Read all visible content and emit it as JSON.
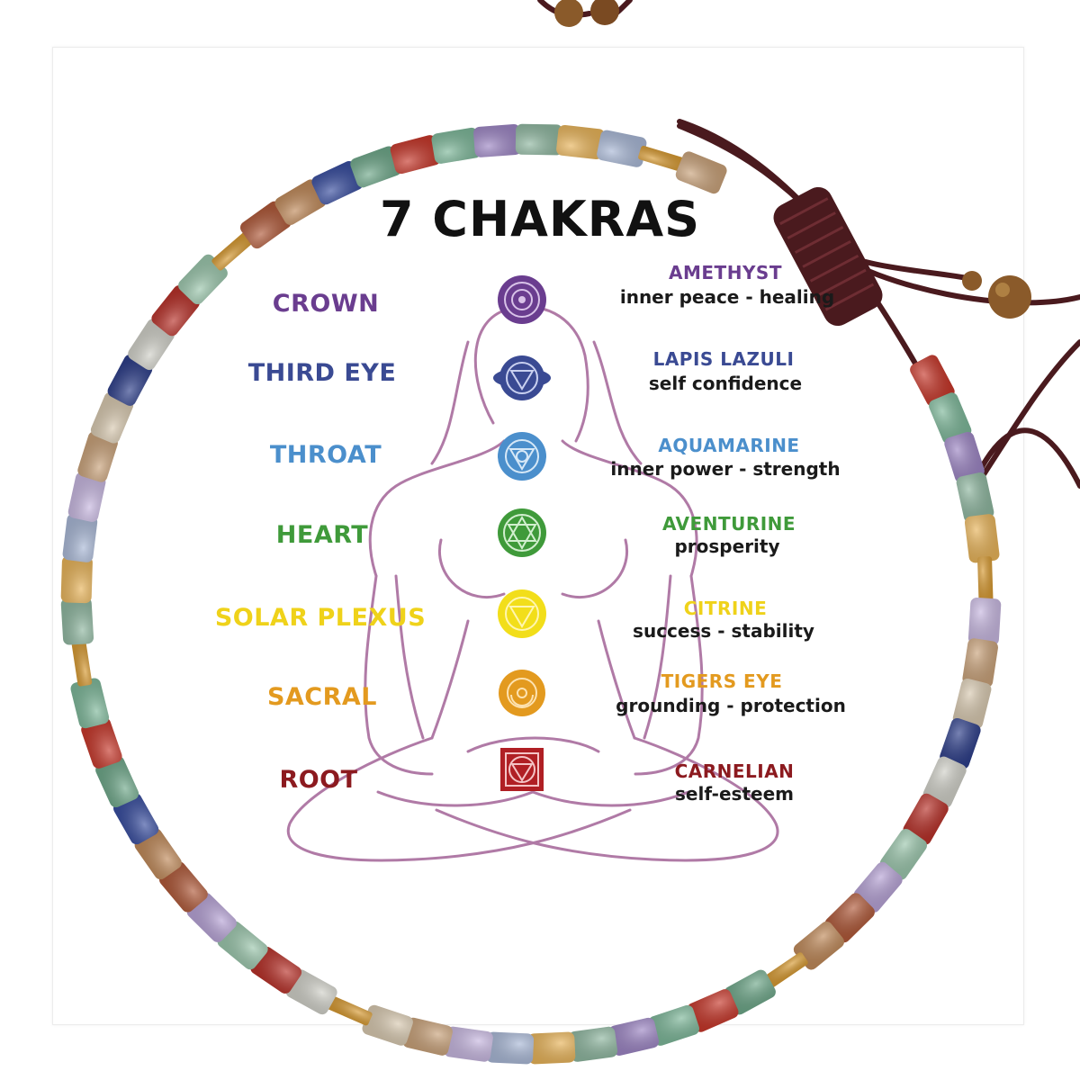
{
  "title": "7 CHAKRAS",
  "chakras": [
    {
      "name": "CROWN",
      "stone": "AMETHYST",
      "benefit": "inner peace - healing",
      "color": "#6a3d8f",
      "icon": "crown-chakra-icon"
    },
    {
      "name": "THIRD EYE",
      "stone": "LAPIS LAZULI",
      "benefit": "self confidence",
      "color": "#3a4a93",
      "icon": "third-eye-chakra-icon"
    },
    {
      "name": "THROAT",
      "stone": "AQUAMARINE",
      "benefit": "inner power - strength",
      "color": "#4b8fcc",
      "icon": "throat-chakra-icon"
    },
    {
      "name": "HEART",
      "stone": "AVENTURINE",
      "benefit": "prosperity",
      "color": "#3f9a3a",
      "icon": "heart-chakra-icon"
    },
    {
      "name": "SOLAR PLEXUS",
      "stone": "CITRINE",
      "benefit": "success - stability",
      "color": "#f2de1a",
      "icon": "solar-plexus-chakra-icon"
    },
    {
      "name": "SACRAL",
      "stone": "TIGERS EYE",
      "benefit": "grounding - protection",
      "color": "#e39a1f",
      "icon": "sacral-chakra-icon"
    },
    {
      "name": "ROOT",
      "stone": "CARNELIAN",
      "benefit": "self-esteem",
      "color": "#b01f24",
      "icon": "root-chakra-icon"
    }
  ],
  "colors": {
    "figure_outline": "#b07aa6",
    "cord": "#4a1a1e",
    "gold_spacer": "#d79a32",
    "tigers_eye_bead": "#8a5a2a"
  }
}
